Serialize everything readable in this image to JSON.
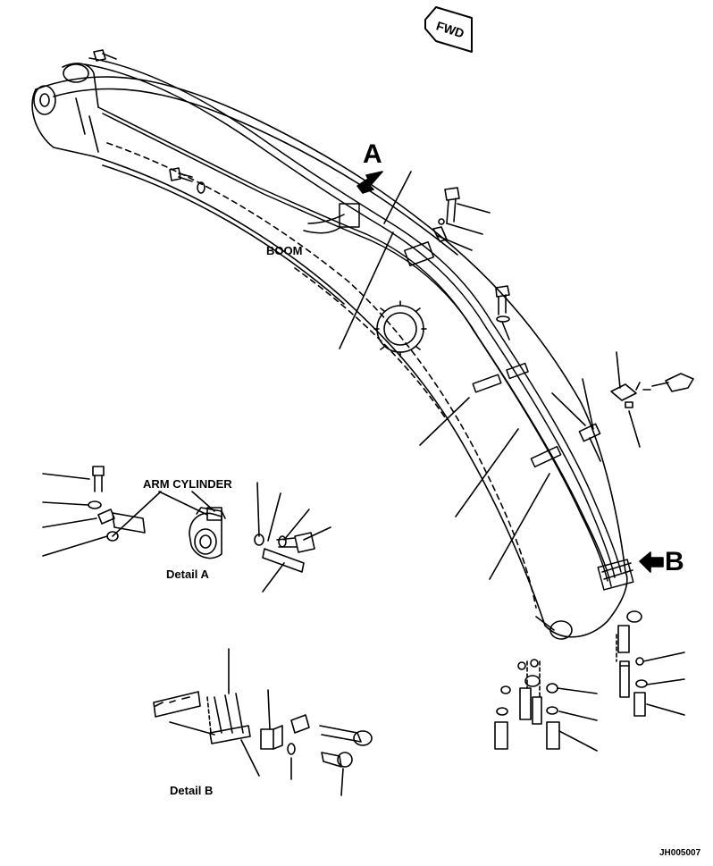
{
  "labels": {
    "view_a": "A",
    "view_b": "B",
    "fwd": "FWD",
    "boom": "BOOM",
    "arm_cylinder": "ARM CYLINDER",
    "detail_a": "Detail A",
    "detail_b": "Detail B",
    "drawing_id": "JH005007"
  },
  "colors": {
    "ink": "#000000",
    "paper": "#ffffff"
  }
}
